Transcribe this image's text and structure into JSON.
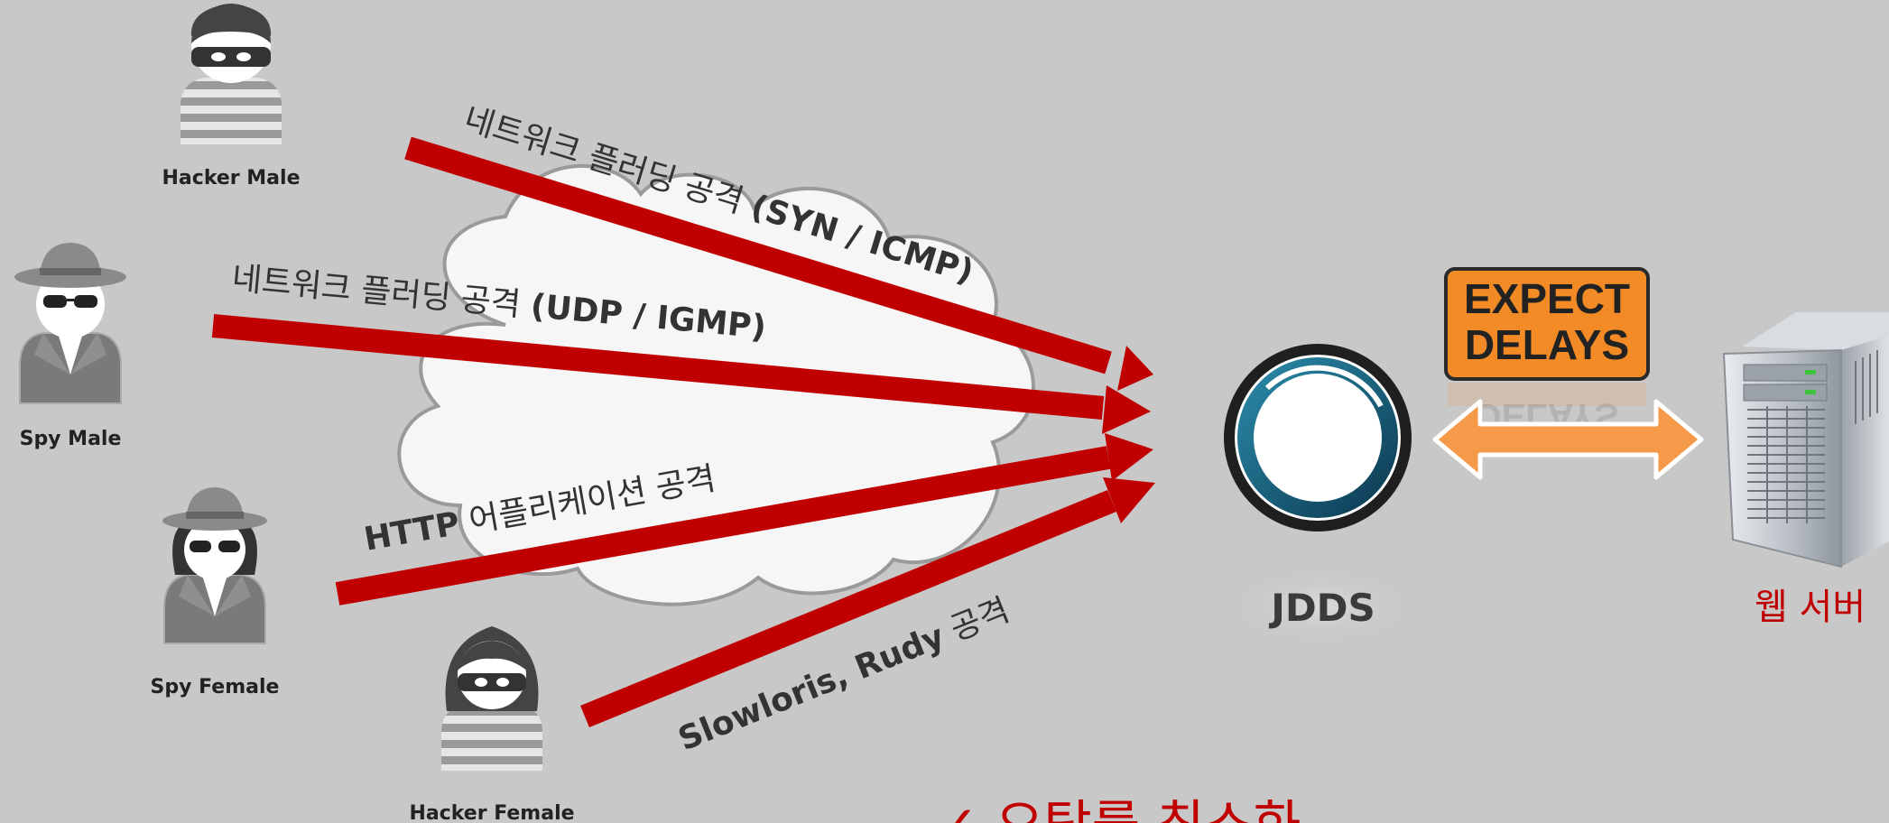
{
  "actors": {
    "hacker_male": "Hacker Male",
    "spy_male": "Spy Male",
    "spy_female": "Spy Female",
    "hacker_female": "Hacker Female"
  },
  "attacks": {
    "syn_icmp": {
      "text": "네트워크 플러딩 공격 ",
      "bold": "(SYN / ICMP)"
    },
    "udp_igmp": {
      "text": "네트워크 플러딩 공격 ",
      "bold": "(UDP / IGMP)"
    },
    "http": {
      "bold": "HTTP",
      "text": " 어플리케이션 공격"
    },
    "slowloris": {
      "bold": "Slowloris, Rudy",
      "text": " 공격"
    }
  },
  "jdds": {
    "label": "JDDS"
  },
  "sign": {
    "line1": "EXPECT",
    "line2": "DELAYS"
  },
  "server": {
    "label": "웹 서버"
  },
  "bottom_caption": "✓ 오탐률 최소화",
  "colors": {
    "background": "#c8c8c8",
    "attack_arrow": "#c00000",
    "sign_fill": "#f28a26",
    "double_arrow": "#f59a48",
    "server_label": "#c00000"
  },
  "icons": {
    "hacker_male": "masked-hacker-icon",
    "spy_male": "spy-hat-sunglasses-icon",
    "spy_female": "spy-female-icon",
    "hacker_female": "masked-hacker-female-icon",
    "jdds": "ring-logo-icon",
    "server": "server-tower-icon"
  }
}
